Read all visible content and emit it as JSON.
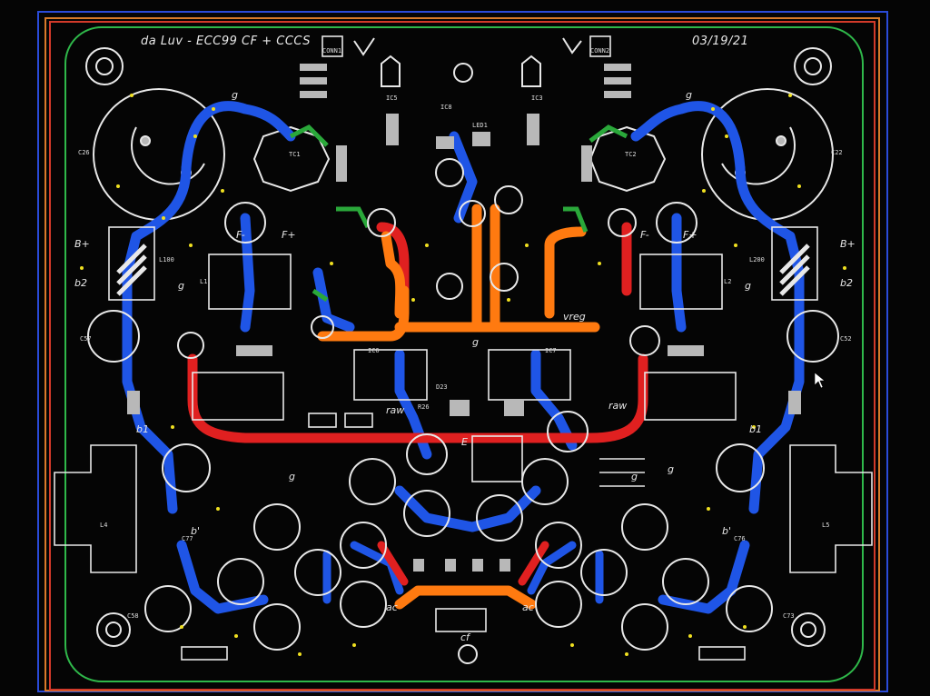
{
  "app": {
    "board_title": "da Luv - ECC99 CF + CCCS",
    "board_date": "03/19/21"
  },
  "colors": {
    "background": "#050505",
    "board_outline": "#2a4bd8",
    "edge_red": "#d23a2a",
    "edge_orange": "#d87a2a",
    "edge_green": "#2fb84a",
    "bottom_copper": "#1f55e6",
    "top_copper_red": "#e02020",
    "top_copper_orange": "#ff7a10",
    "silkscreen": "#e8e8e8",
    "pad": "#b8b8b8",
    "via": "#f0e020",
    "green_trace": "#2aa83a"
  },
  "labels": {
    "b_plus_left": "B+",
    "b_plus_right": "B+",
    "b2_left": "b2",
    "b2_right": "b2",
    "b1_left": "b1",
    "b1_right": "b1",
    "g1": "g",
    "g2": "g",
    "g3": "g",
    "g4": "g",
    "g5": "g",
    "g6": "g",
    "g7": "g",
    "g8": "g",
    "f_minus_left": "F-",
    "f_plus_left": "F+",
    "f_minus_right": "F-",
    "f_plus_right": "F+",
    "raw_left": "raw",
    "raw_right": "raw",
    "vreg": "vreg",
    "e": "E",
    "b_prime_left": "b'",
    "b_prime_right": "b'",
    "ac_left": "ac",
    "ac_right": "ac",
    "cf": "cf"
  },
  "refdes": {
    "c26": "C26",
    "c22": "C22",
    "c57": "C57",
    "c52": "C52",
    "l100": "L100",
    "l200": "L200",
    "l1": "L1",
    "l2": "L2",
    "tc1": "TC1",
    "tc2": "TC2",
    "ic6": "IC6",
    "ic7": "IC7",
    "ic5": "IC5",
    "ic3": "IC3",
    "ic8": "IC8",
    "led1": "LED1",
    "d23": "D23",
    "r26": "R26",
    "c58": "C58",
    "c73": "C73",
    "l4": "L4",
    "l5": "L5",
    "c77": "C77",
    "c76": "C76",
    "conn1": "CONN1",
    "conn2": "CONN2"
  }
}
